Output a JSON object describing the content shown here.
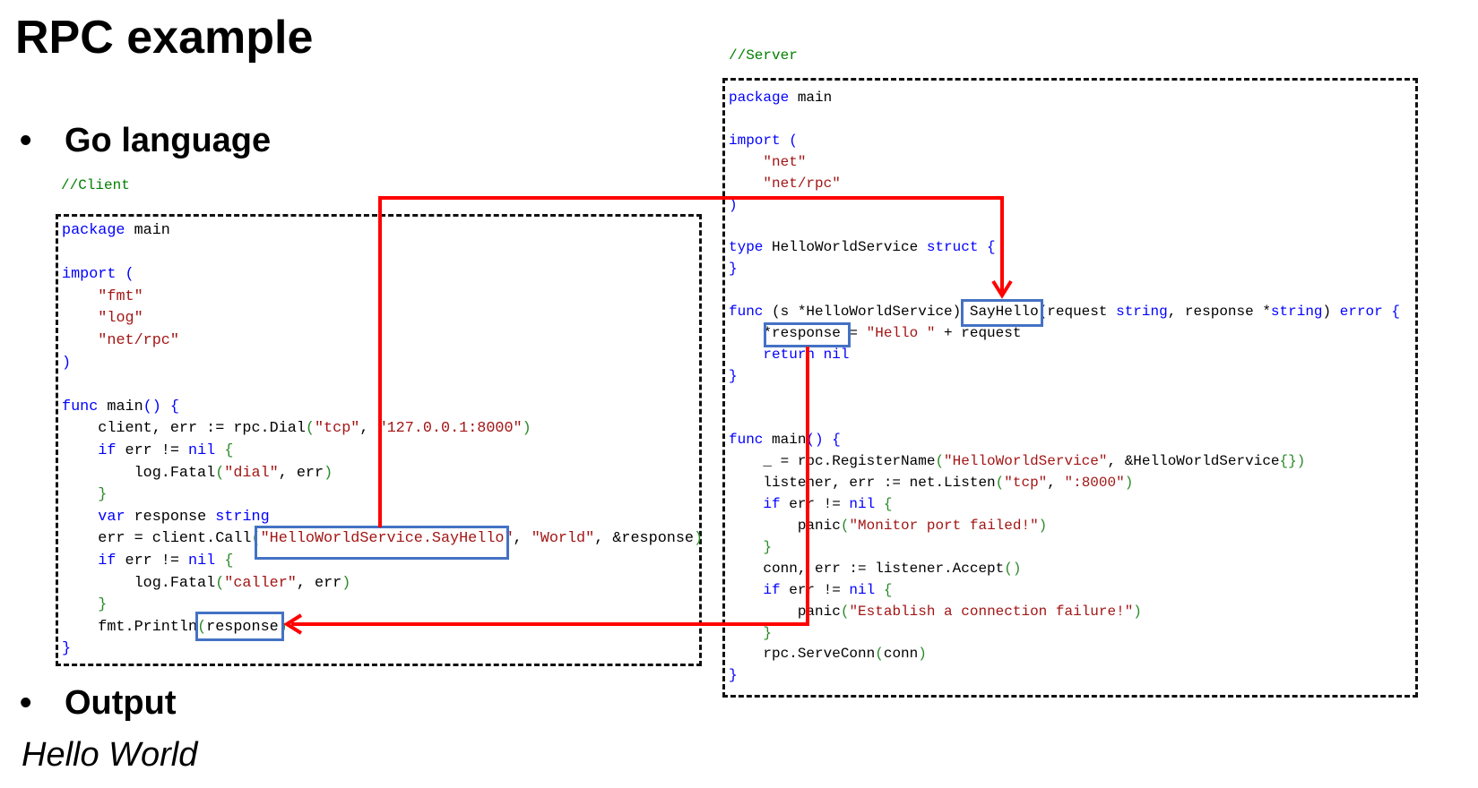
{
  "title": "RPC example",
  "bullets": {
    "go": "Go language",
    "output": "Output",
    "dot": "•"
  },
  "output_value": "Hello World",
  "client": {
    "comment": "//Client",
    "lines": [
      [
        [
          "package",
          "k"
        ],
        [
          " main",
          "t"
        ]
      ],
      [],
      [
        [
          "import",
          "k"
        ],
        [
          " (",
          "b"
        ]
      ],
      [
        [
          "    ",
          "t"
        ],
        [
          "\"fmt\"",
          "s"
        ]
      ],
      [
        [
          "    ",
          "t"
        ],
        [
          "\"log\"",
          "s"
        ]
      ],
      [
        [
          "    ",
          "t"
        ],
        [
          "\"net/rpc\"",
          "s"
        ]
      ],
      [
        [
          ")",
          "b"
        ]
      ],
      [],
      [
        [
          "func",
          "k"
        ],
        [
          " main",
          "t"
        ],
        [
          "()",
          "b"
        ],
        [
          " {",
          "b"
        ]
      ],
      [
        [
          "    client, err := rpc.Dial",
          "t"
        ],
        [
          "(",
          "p"
        ],
        [
          "\"tcp\"",
          "s"
        ],
        [
          ", ",
          "t"
        ],
        [
          "\"127.0.0.1:8000\"",
          "s"
        ],
        [
          ")",
          "p"
        ]
      ],
      [
        [
          "    ",
          "t"
        ],
        [
          "if",
          "k"
        ],
        [
          " err != ",
          "t"
        ],
        [
          "nil",
          "k"
        ],
        [
          " {",
          "p"
        ]
      ],
      [
        [
          "        log.Fatal",
          "t"
        ],
        [
          "(",
          "p"
        ],
        [
          "\"dial\"",
          "s"
        ],
        [
          ", err",
          "t"
        ],
        [
          ")",
          "p"
        ]
      ],
      [
        [
          "    ",
          "t"
        ],
        [
          "}",
          "p"
        ]
      ],
      [
        [
          "    ",
          "t"
        ],
        [
          "var",
          "k"
        ],
        [
          " response ",
          "t"
        ],
        [
          "string",
          "k"
        ]
      ],
      [
        [
          "    err = client.Call",
          "t"
        ],
        [
          "(",
          "p"
        ],
        [
          "\"HelloWorldService.SayHello\"",
          "s"
        ],
        [
          ", ",
          "t"
        ],
        [
          "\"World\"",
          "s"
        ],
        [
          ", &response",
          "t"
        ],
        [
          ")",
          "p"
        ]
      ],
      [
        [
          "    ",
          "t"
        ],
        [
          "if",
          "k"
        ],
        [
          " err != ",
          "t"
        ],
        [
          "nil",
          "k"
        ],
        [
          " {",
          "p"
        ]
      ],
      [
        [
          "        log.Fatal",
          "t"
        ],
        [
          "(",
          "p"
        ],
        [
          "\"caller\"",
          "s"
        ],
        [
          ", err",
          "t"
        ],
        [
          ")",
          "p"
        ]
      ],
      [
        [
          "    ",
          "t"
        ],
        [
          "}",
          "p"
        ]
      ],
      [
        [
          "    fmt.Println",
          "t"
        ],
        [
          "(",
          "p"
        ],
        [
          "response",
          "t"
        ],
        [
          ")",
          "p"
        ]
      ],
      [
        [
          "}",
          "b"
        ]
      ]
    ]
  },
  "server": {
    "comment": "//Server",
    "lines": [
      [
        [
          "package",
          "k"
        ],
        [
          " main",
          "t"
        ]
      ],
      [],
      [
        [
          "import",
          "k"
        ],
        [
          " (",
          "b"
        ]
      ],
      [
        [
          "    ",
          "t"
        ],
        [
          "\"net\"",
          "s"
        ]
      ],
      [
        [
          "    ",
          "t"
        ],
        [
          "\"net/rpc\"",
          "s"
        ]
      ],
      [
        [
          ")",
          "b"
        ]
      ],
      [],
      [
        [
          "type",
          "k"
        ],
        [
          " HelloWorldService ",
          "t"
        ],
        [
          "struct",
          "k"
        ],
        [
          " {",
          "b"
        ]
      ],
      [
        [
          "}",
          "b"
        ]
      ],
      [],
      [
        [
          "func",
          "k"
        ],
        [
          " (s *HelloWorldService)",
          "t"
        ],
        [
          " SayHello",
          "t"
        ],
        [
          "(request ",
          "t"
        ],
        [
          "string",
          "k"
        ],
        [
          ", response *",
          "t"
        ],
        [
          "string",
          "k"
        ],
        [
          ") ",
          "t"
        ],
        [
          "error",
          "k"
        ],
        [
          " {",
          "b"
        ]
      ],
      [
        [
          "    *response = ",
          "t"
        ],
        [
          "\"Hello \"",
          "s"
        ],
        [
          " + request",
          "t"
        ]
      ],
      [
        [
          "    ",
          "t"
        ],
        [
          "return",
          "k"
        ],
        [
          " ",
          "t"
        ],
        [
          "nil",
          "k"
        ]
      ],
      [
        [
          "}",
          "b"
        ]
      ],
      [],
      [],
      [
        [
          "func",
          "k"
        ],
        [
          " main",
          "t"
        ],
        [
          "()",
          "b"
        ],
        [
          " {",
          "b"
        ]
      ],
      [
        [
          "    _ = rpc.RegisterName",
          "t"
        ],
        [
          "(",
          "p"
        ],
        [
          "\"HelloWorldService\"",
          "s"
        ],
        [
          ", &HelloWorldService",
          "t"
        ],
        [
          "{}",
          "p"
        ],
        [
          ")",
          "p"
        ]
      ],
      [
        [
          "    listener, err := net.Listen",
          "t"
        ],
        [
          "(",
          "p"
        ],
        [
          "\"tcp\"",
          "s"
        ],
        [
          ", ",
          "t"
        ],
        [
          "\":8000\"",
          "s"
        ],
        [
          ")",
          "p"
        ]
      ],
      [
        [
          "    ",
          "t"
        ],
        [
          "if",
          "k"
        ],
        [
          " err != ",
          "t"
        ],
        [
          "nil",
          "k"
        ],
        [
          " {",
          "p"
        ]
      ],
      [
        [
          "        panic",
          "t"
        ],
        [
          "(",
          "p"
        ],
        [
          "\"Monitor port failed!\"",
          "s"
        ],
        [
          ")",
          "p"
        ]
      ],
      [
        [
          "    ",
          "t"
        ],
        [
          "}",
          "p"
        ]
      ],
      [
        [
          "    conn, err := listener.Accept",
          "t"
        ],
        [
          "()",
          "p"
        ]
      ],
      [
        [
          "    ",
          "t"
        ],
        [
          "if",
          "k"
        ],
        [
          " err != ",
          "t"
        ],
        [
          "nil",
          "k"
        ],
        [
          " {",
          "p"
        ]
      ],
      [
        [
          "        panic",
          "t"
        ],
        [
          "(",
          "p"
        ],
        [
          "\"Establish a connection failure!\"",
          "s"
        ],
        [
          ")",
          "p"
        ]
      ],
      [
        [
          "    ",
          "t"
        ],
        [
          "}",
          "p"
        ]
      ],
      [
        [
          "    rpc.ServeConn",
          "t"
        ],
        [
          "(",
          "p"
        ],
        [
          "conn",
          "t"
        ],
        [
          ")",
          "p"
        ]
      ],
      [
        [
          "}",
          "b"
        ]
      ]
    ]
  },
  "colors": {
    "arrow": "#ff0000",
    "highlight": "#4472c4"
  }
}
